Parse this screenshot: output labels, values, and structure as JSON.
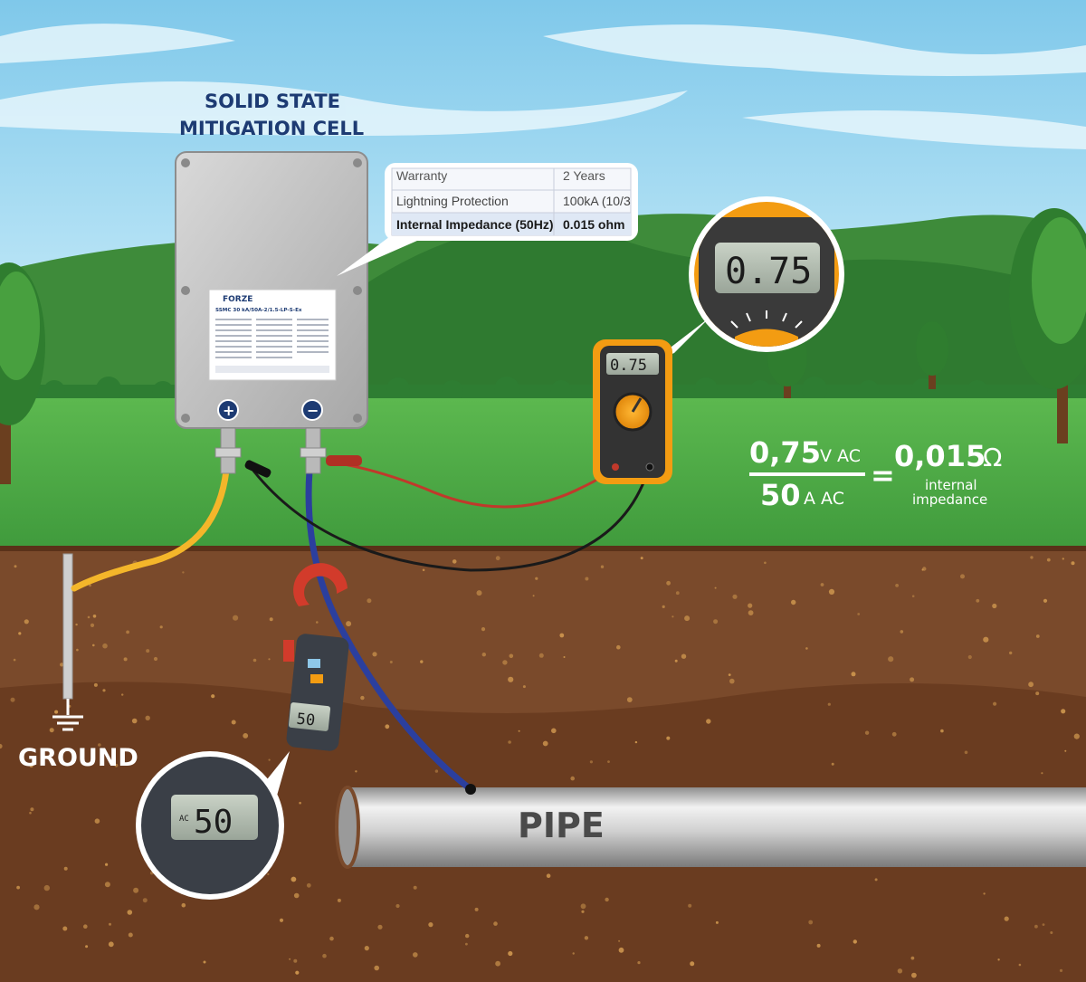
{
  "title": {
    "line1": "SOLID STATE",
    "line2": "MITIGATION CELL"
  },
  "spec_table": {
    "rows": [
      {
        "label": "Warranty",
        "value": "2 Years"
      },
      {
        "label": "Lightning Protection",
        "value": "100kA (10/3"
      },
      {
        "label": "Internal Impedance (50Hz)",
        "value": "0.015 ohm"
      }
    ]
  },
  "device": {
    "brand": "FORZE",
    "model": "SSMC 30 kA/50A-2/1.5-LP-S-Ex",
    "plus_symbol": "+",
    "minus_symbol": "−"
  },
  "voltmeter": {
    "reading": "0.75",
    "zoom_reading": "0.75"
  },
  "clamp_meter": {
    "reading": "50",
    "zoom_reading": "50",
    "zoom_mode": "AC"
  },
  "equation": {
    "numerator_value": "0,75",
    "numerator_unit": "V AC",
    "denominator_value": "50",
    "denominator_unit": "A AC",
    "equals": "=",
    "result_value": "0,015",
    "result_unit": "Ω",
    "result_caption_line1": "internal",
    "result_caption_line2": "impedance"
  },
  "ground_label": "GROUND",
  "pipe_label": "PIPE",
  "colors": {
    "sky": "#8fd3ef",
    "grass": "#4caf4a",
    "soil": "#7a4a2b",
    "title_blue": "#1d3b73",
    "ground_wire": "#f4b62a",
    "pipe_wire": "#2b3f9e",
    "meter_orange": "#f39c12"
  }
}
